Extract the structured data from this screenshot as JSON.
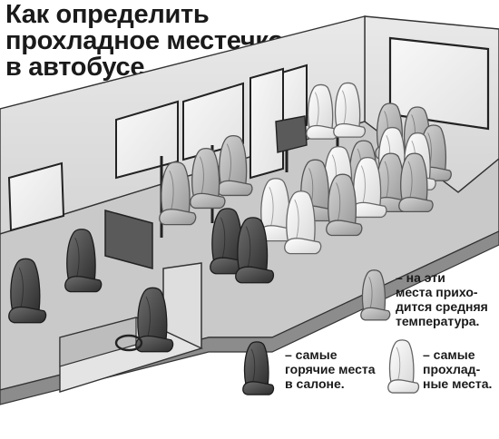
{
  "title": {
    "line1": "Как определить",
    "line2": "прохладное местечко",
    "line3": "в автобусе"
  },
  "legend": {
    "medium": {
      "line1": "– на эти",
      "line2": "места прихо-",
      "line3": "дится средняя",
      "line4": "температура."
    },
    "hot": {
      "line1": "– самые",
      "line2": "горячие места",
      "line3": "в салоне."
    },
    "cool": {
      "line1": "– самые",
      "line2": "прохлад-",
      "line3": "ные места."
    }
  },
  "colors": {
    "hot_seat": "#454545",
    "medium_seat": "#b8b8b8",
    "cool_seat": "#f2f2f2"
  }
}
